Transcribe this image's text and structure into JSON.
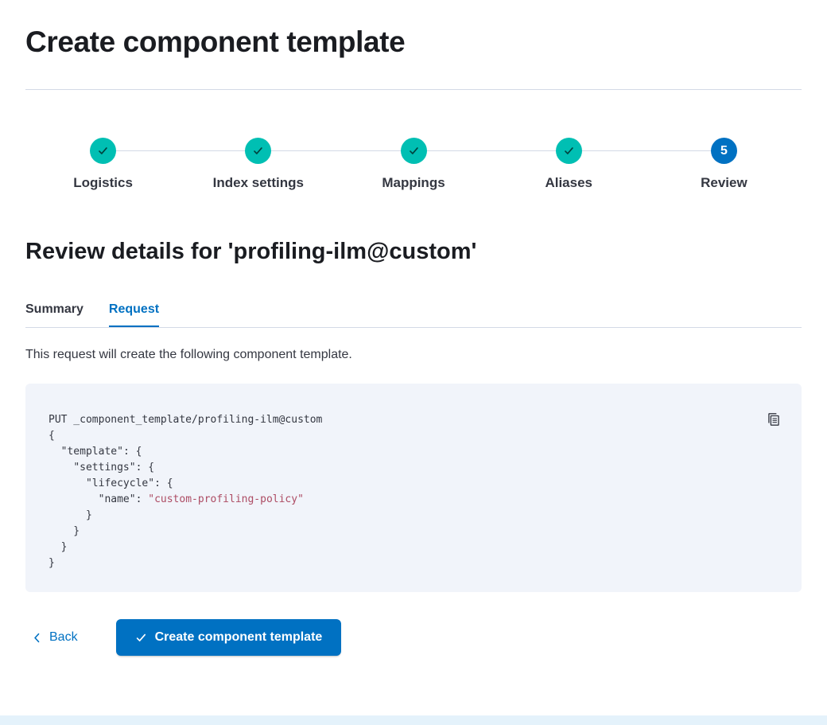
{
  "page": {
    "title": "Create component template"
  },
  "stepper": {
    "steps": [
      {
        "label": "Logistics",
        "status": "complete"
      },
      {
        "label": "Index settings",
        "status": "complete"
      },
      {
        "label": "Mappings",
        "status": "complete"
      },
      {
        "label": "Aliases",
        "status": "complete"
      },
      {
        "label": "Review",
        "status": "current",
        "number": "5"
      }
    ]
  },
  "review": {
    "heading": "Review details for 'profiling-ilm@custom'",
    "tabs": {
      "summary": "Summary",
      "request": "Request"
    },
    "description": "This request will create the following component template."
  },
  "code_block": {
    "lines": [
      {
        "s": [
          {
            "t": "PUT _component_template/profiling-ilm@custom",
            "c": "plain"
          }
        ]
      },
      {
        "s": [
          {
            "t": "{",
            "c": "plain"
          }
        ]
      },
      {
        "s": [
          {
            "t": "  ",
            "c": "plain"
          },
          {
            "t": "\"template\"",
            "c": "key"
          },
          {
            "t": ": {",
            "c": "plain"
          }
        ]
      },
      {
        "s": [
          {
            "t": "    ",
            "c": "plain"
          },
          {
            "t": "\"settings\"",
            "c": "key"
          },
          {
            "t": ": {",
            "c": "plain"
          }
        ]
      },
      {
        "s": [
          {
            "t": "      ",
            "c": "plain"
          },
          {
            "t": "\"lifecycle\"",
            "c": "key"
          },
          {
            "t": ": {",
            "c": "plain"
          }
        ]
      },
      {
        "s": [
          {
            "t": "        ",
            "c": "plain"
          },
          {
            "t": "\"name\"",
            "c": "key"
          },
          {
            "t": ": ",
            "c": "plain"
          },
          {
            "t": "\"custom-profiling-policy\"",
            "c": "string"
          }
        ]
      },
      {
        "s": [
          {
            "t": "      }",
            "c": "plain"
          }
        ]
      },
      {
        "s": [
          {
            "t": "    }",
            "c": "plain"
          }
        ]
      },
      {
        "s": [
          {
            "t": "  }",
            "c": "plain"
          }
        ]
      },
      {
        "s": [
          {
            "t": "}",
            "c": "plain"
          }
        ]
      }
    ]
  },
  "footer": {
    "back_label": "Back",
    "create_button_label": "Create component template"
  },
  "colors": {
    "primary": "#0071c2",
    "success": "#00bfb3",
    "title_text": "#1a1c21",
    "body_text": "#343741",
    "divider": "#d3dae6",
    "code_background": "#f1f4fa",
    "code_string": "#ad4c64",
    "bottom_band": "#e4f2fb"
  }
}
